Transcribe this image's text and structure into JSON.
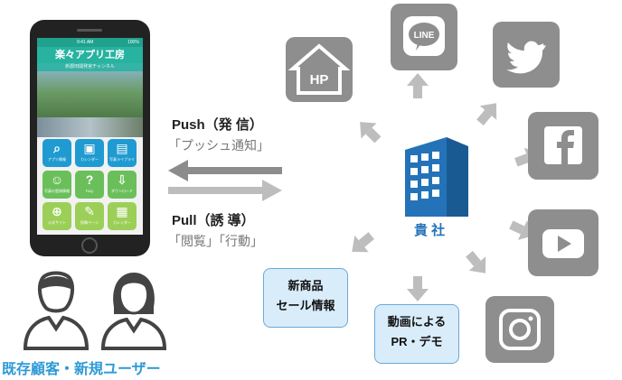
{
  "phone": {
    "status_time": "9:41 AM",
    "status_battery": "100%",
    "app_title": "楽々アプリ工房",
    "banner_text": "新郡田開発官チャンネル",
    "grid": [
      {
        "label": "アプリ情報",
        "icon": "search-icon"
      },
      {
        "label": "カレンダー",
        "icon": "qr-icon"
      },
      {
        "label": "写真ライブラリ",
        "icon": "photo-icon"
      },
      {
        "label": "写真の登録情報",
        "icon": "person-icon"
      },
      {
        "label": "FAQ",
        "icon": "question-icon"
      },
      {
        "label": "ダウンロード",
        "icon": "download-icon"
      },
      {
        "label": "公式サイト",
        "icon": "globe-icon"
      },
      {
        "label": "投稿ページ",
        "icon": "pencil-icon"
      },
      {
        "label": "カレンダー",
        "icon": "calendar-icon"
      }
    ]
  },
  "push": {
    "title": "Push（発 信）",
    "sub": "「プッシュ通知」"
  },
  "pull": {
    "title": "Pull（誘 導）",
    "sub": "「閲覧」「行動」"
  },
  "company": {
    "label": "貴 社"
  },
  "customers": {
    "label": "既存顧客・新規ユーザー"
  },
  "boxes": {
    "new_products": [
      "新商品",
      "セール情報"
    ],
    "video_pr": [
      "動画による",
      "PR・デモ"
    ]
  },
  "channels": [
    {
      "name": "HP",
      "icon": "home-hp-icon"
    },
    {
      "name": "LINE",
      "icon": "line-icon"
    },
    {
      "name": "",
      "icon": "twitter-icon"
    },
    {
      "name": "",
      "icon": "facebook-icon"
    },
    {
      "name": "",
      "icon": "youtube-icon"
    },
    {
      "name": "",
      "icon": "instagram-icon"
    }
  ],
  "colors": {
    "tile": "#8e8e8e",
    "accent_blue": "#2473b8",
    "customer_blue": "#2e9ad6",
    "app_green": "#27b3a0",
    "arrow_gray": "#bdbdbd"
  }
}
